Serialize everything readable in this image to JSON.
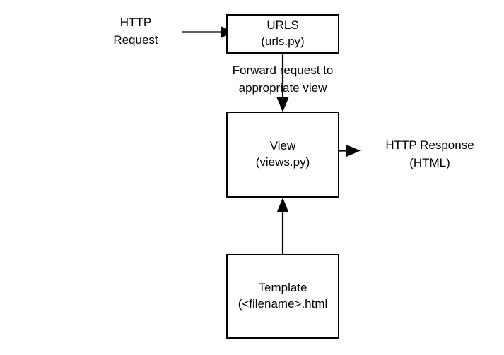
{
  "diagram": {
    "title": "Django HTTP request handling flow",
    "background_color": "#ffffff",
    "stroke_color": "#000000",
    "type": "flowchart",
    "nodes": [
      {
        "id": "urls",
        "shape": "rectangle",
        "line1": "URLS",
        "line2": "(urls.py)"
      },
      {
        "id": "view",
        "shape": "rectangle",
        "line1": "View",
        "line2": "(views.py)"
      },
      {
        "id": "template",
        "shape": "rectangle",
        "line1": "Template",
        "line2": "(<filename>.html"
      }
    ],
    "labels": [
      {
        "id": "http-request",
        "line1": "HTTP",
        "line2": "Request"
      },
      {
        "id": "forward",
        "line1": "Forward request to",
        "line2": "appropriate view"
      },
      {
        "id": "http-response",
        "line1": "HTTP Response",
        "line2": "(HTML)"
      }
    ],
    "edges": [
      {
        "id": "request-to-urls",
        "from": "http-request",
        "to": "urls",
        "direction": "right",
        "label": ""
      },
      {
        "id": "urls-to-view",
        "from": "urls",
        "to": "view",
        "direction": "down",
        "label": "Forward request to appropriate view"
      },
      {
        "id": "view-to-response",
        "from": "view",
        "to": "http-response",
        "direction": "right",
        "label": ""
      },
      {
        "id": "template-to-view",
        "from": "template",
        "to": "view",
        "direction": "up",
        "label": ""
      }
    ]
  }
}
